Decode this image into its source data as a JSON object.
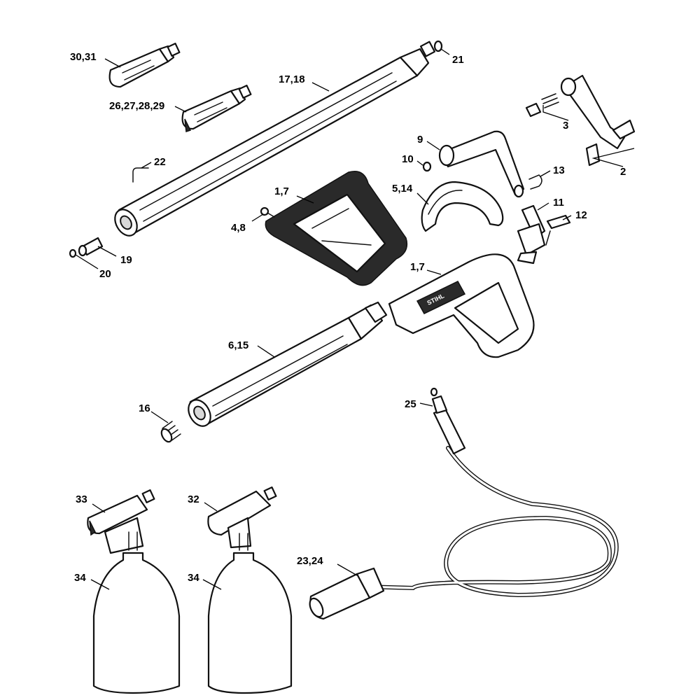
{
  "brand_text": "STIHL",
  "callouts": {
    "c30_31": "30,31",
    "c21": "21",
    "c17_18": "17,18",
    "c26_29": "26,27,28,29",
    "c3": "3",
    "c9": "9",
    "c10": "10",
    "c22": "22",
    "c13": "13",
    "c2": "2",
    "c1_7_top": "1,7",
    "c5_14": "5,14",
    "c11": "11",
    "c4_8": "4,8",
    "c12": "12",
    "c19": "19",
    "c20": "20",
    "c1_7_bottom": "1,7",
    "c6_15": "6,15",
    "c16": "16",
    "c25": "25",
    "c33": "33",
    "c32": "32",
    "c34_left": "34",
    "c34_right": "34",
    "c23_24": "23,24"
  }
}
